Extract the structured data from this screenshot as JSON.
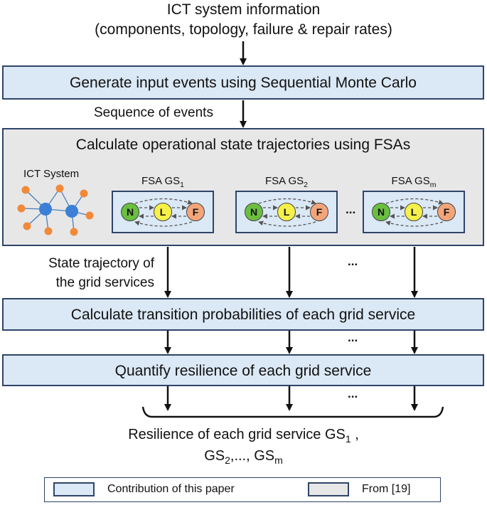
{
  "header": {
    "line1": "ICT system information",
    "line2": "(components, topology, failure & repair rates)"
  },
  "step1": {
    "label": "Generate input events using Sequential Monte Carlo"
  },
  "flow1": {
    "label": "Sequence of events"
  },
  "step2": {
    "label": "Calculate operational state trajectories using FSAs",
    "ict_label": "ICT System",
    "fsa": [
      {
        "prefix": "FSA GS",
        "sub": "1"
      },
      {
        "prefix": "FSA GS",
        "sub": "2"
      },
      {
        "prefix": "FSA GS",
        "sub": "m"
      }
    ],
    "states": {
      "n": "N",
      "l": "L",
      "f": "F"
    },
    "ellipsis": "..."
  },
  "flow2": {
    "line1": "State trajectory of",
    "line2": "the grid services",
    "ellipsis": "..."
  },
  "step3": {
    "label": "Calculate transition probabilities of each grid service",
    "ellipsis": "..."
  },
  "step4": {
    "label": "Quantify resilience of each grid service",
    "ellipsis": "..."
  },
  "result": {
    "line1": "Resilience of each grid service GS",
    "line1_sub": "1",
    "line1_end": " ,",
    "line2_a": "GS",
    "line2_a_sub": "2",
    "line2_b": ",..., GS",
    "line2_b_sub": "m"
  },
  "legend": {
    "contribution": "Contribution of this paper",
    "from": "From [19]"
  },
  "colors": {
    "blue_fill": "#dbe8f5",
    "gray_fill": "#e7e7e7",
    "border": "#2f4468",
    "node_n": "#6abf3f",
    "node_l": "#f6f04a",
    "node_f": "#f3a57a",
    "ict_node_big": "#3b7fd6",
    "ict_node_small": "#f08a3a"
  }
}
